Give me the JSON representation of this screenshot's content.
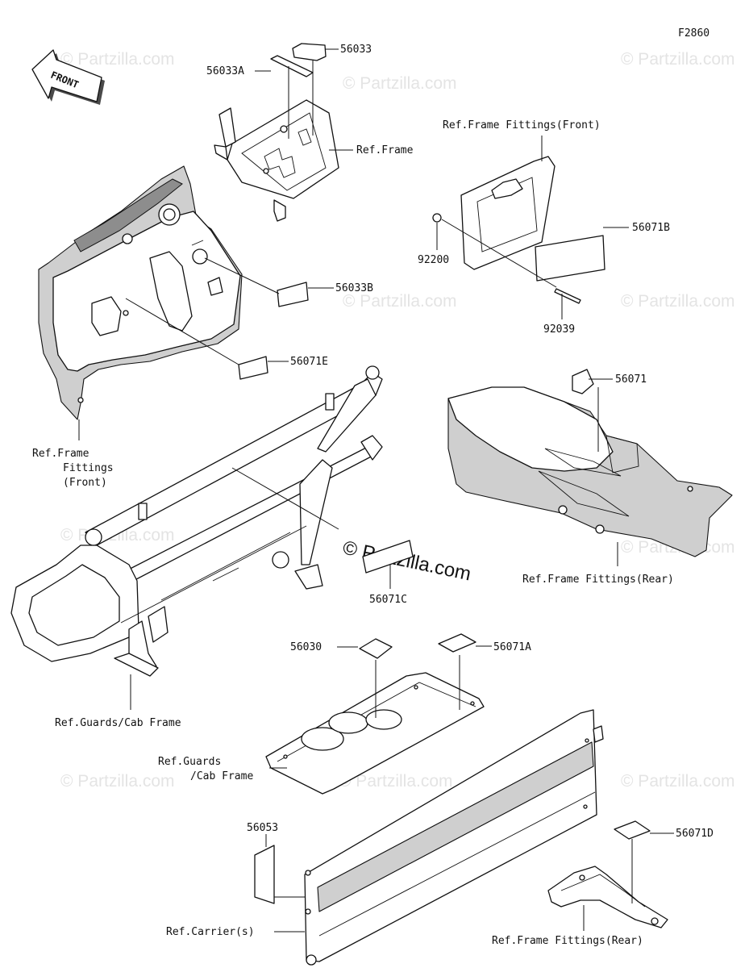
{
  "figure_code": "F2860",
  "front_arrow_text": "FRONT",
  "watermark": {
    "small": "© Partzilla.com",
    "large": "© Partzilla.com"
  },
  "labels": {
    "p56033": "56033",
    "p56033A": "56033A",
    "ref_frame": "Ref.Frame",
    "ref_frame_fittings_front_top": "Ref.Frame Fittings(Front)",
    "p56071B": "56071B",
    "p92200": "92200",
    "p92039": "92039",
    "p56033B": "56033B",
    "p56071E": "56071E",
    "ref_frame_fittings_front_left_1": "Ref.Frame",
    "ref_frame_fittings_front_left_2": "Fittings",
    "ref_frame_fittings_front_left_3": "(Front)",
    "p56071": "56071",
    "ref_frame_fittings_rear_mid": "Ref.Frame Fittings(Rear)",
    "p56071C": "56071C",
    "p56030": "56030",
    "p56071A": "56071A",
    "ref_guards_cab_frame_1": "Ref.Guards/Cab Frame",
    "ref_guards_cab_frame_2a": "Ref.Guards",
    "ref_guards_cab_frame_2b": "/Cab Frame",
    "p56053": "56053",
    "p56071D": "56071D",
    "ref_carriers": "Ref.Carrier(s)",
    "ref_frame_fittings_rear_bottom": "Ref.Frame Fittings(Rear)"
  }
}
